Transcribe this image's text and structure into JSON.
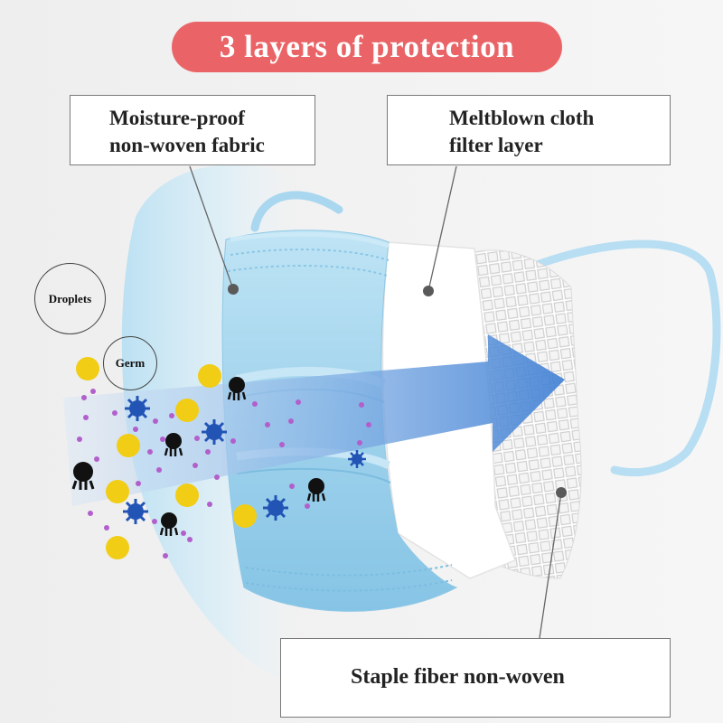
{
  "title": "3 layers of protection",
  "labels": {
    "outer_layer": [
      "Moisture-proof",
      "non-woven fabric"
    ],
    "middle_layer": [
      "Meltblown cloth",
      "filter layer"
    ],
    "inner_layer": "Staple fiber non-woven",
    "droplets": "Droplets",
    "germ": "Germ"
  },
  "colors": {
    "title_pill": "#ea6467",
    "mask_blue": "#a9d9ee",
    "arrow_blue": "#5a95dc",
    "droplet_yellow": "#f1cd16",
    "germ_blue": "#2254b6",
    "particle_purple": "#b25fcc"
  }
}
